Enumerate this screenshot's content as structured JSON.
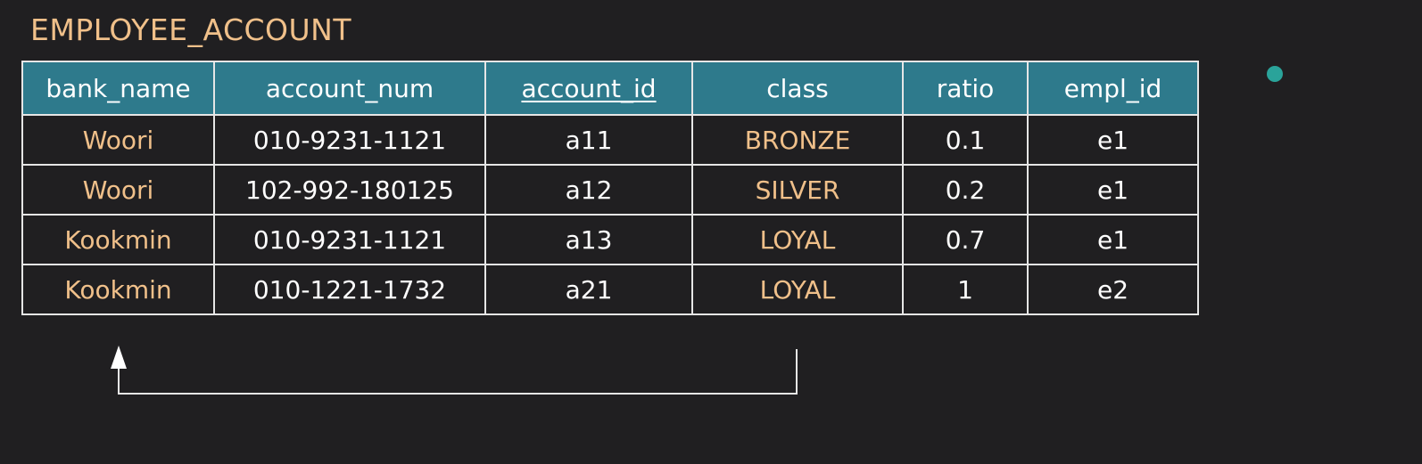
{
  "title": "EMPLOYEE_ACCOUNT",
  "columns": [
    {
      "label": "bank_name",
      "key": false
    },
    {
      "label": "account_num",
      "key": false
    },
    {
      "label": "account_id",
      "key": true
    },
    {
      "label": "class",
      "key": false
    },
    {
      "label": "ratio",
      "key": false
    },
    {
      "label": "empl_id",
      "key": false
    }
  ],
  "rows": [
    [
      "Woori",
      "010-9231-1121",
      "a11",
      "BRONZE",
      "0.1",
      "e1"
    ],
    [
      "Woori",
      "102-992-180125",
      "a12",
      "SILVER",
      "0.2",
      "e1"
    ],
    [
      "Kookmin",
      "010-9231-1121",
      "a13",
      "LOYAL",
      "0.7",
      "e1"
    ],
    [
      "Kookmin",
      "010-1221-1732",
      "a21",
      "LOYAL",
      "1",
      "e2"
    ]
  ],
  "dependency": {
    "from_column": "class",
    "to_column": "bank_name"
  },
  "colors": {
    "background": "#201f21",
    "header_fill": "#2e7a8c",
    "accent_text": "#f0c08a",
    "grid_line": "#e6e6e6",
    "dot": "#2aa39a"
  }
}
